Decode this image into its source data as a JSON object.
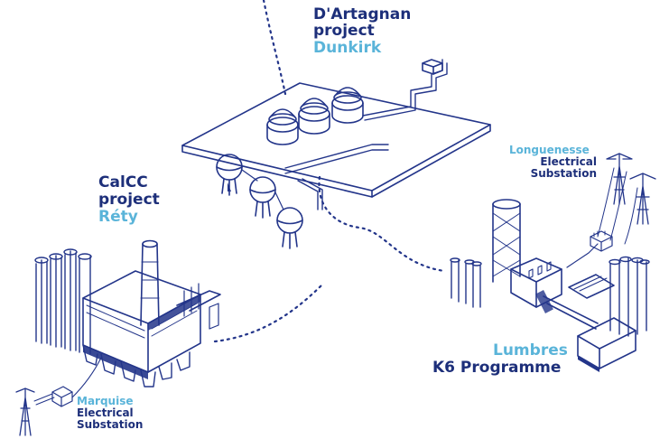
{
  "colors": {
    "navy": "#1d2f7a",
    "line": "#23358a",
    "cyan": "#5ab4d9",
    "background": "#ffffff"
  },
  "labels": {
    "dartagnan": {
      "line1": "D'Artagnan",
      "line2": "project",
      "place": "Dunkirk"
    },
    "calcc": {
      "line1": "CalCC",
      "line2": "project",
      "place": "Réty"
    },
    "longuenesse": {
      "line1": "Longuenesse",
      "line2": "Electrical",
      "line3": "Substation"
    },
    "lumbres": {
      "place": "Lumbres",
      "programme": "K6 Programme"
    },
    "marquise": {
      "line1": "Marquise",
      "line2": "Electrical",
      "line3": "Substation"
    }
  },
  "icons": [
    "lng-terminal-illustration",
    "cement-plant-illustration",
    "electrical-pylon-illustration",
    "transformer-illustration"
  ]
}
